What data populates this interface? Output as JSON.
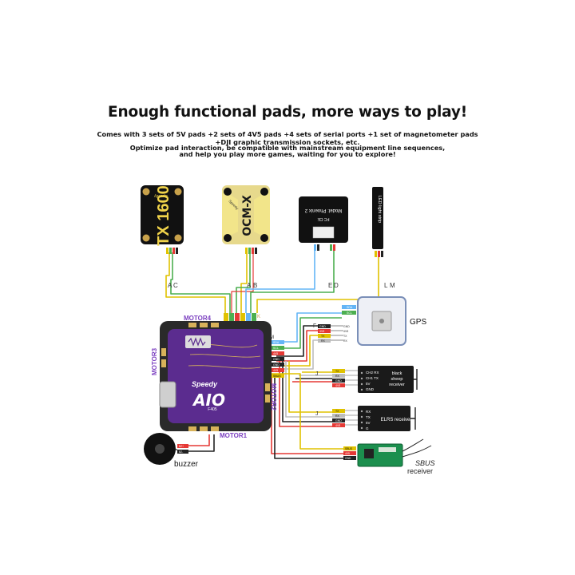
{
  "header": {
    "title": "Enough functional pads, more ways to play!",
    "lines": [
      "Comes with 3 sets of 5V pads +2 sets of 4V5 pads +4 sets of serial ports +1 set of magnetometer pads",
      "+DJI graphic transmission sockets, etc.",
      "Optimize pad interaction, be compatible with mainstream equipment line sequences,",
      "and help you play more games, waiting for you to explore!"
    ]
  },
  "devices": {
    "vtx1_name": "TX 1600",
    "vtx1_brand": "Speedy",
    "vtx2_name": "OCM-X",
    "vtx2_brand": "Speedy",
    "phoenix_model": "Model: Phoenix 2",
    "led_name": "LED light strip",
    "gps": "GPS",
    "buzzer": "buzzer",
    "fc_brand": "Speedy",
    "fc_model": "AIO",
    "fc_sub": "F405",
    "bs_receiver": [
      "black",
      "sheep",
      "receiver"
    ],
    "elrs_receiver": "ELRS receiver",
    "sbus_receiver": [
      "SBUS",
      "receiver"
    ]
  },
  "motors": {
    "m1": "MOTOR1",
    "m2": "MOTOR2",
    "m3": "MOTOR3",
    "m4": "MOTOR4"
  },
  "letters": {
    "vtx1": [
      "A",
      "C"
    ],
    "vtx2": [
      "A",
      "B"
    ],
    "phoenix": [
      "E",
      "D"
    ],
    "led": [
      "L",
      "M"
    ],
    "fc_k": "K",
    "fc_m": "M",
    "gps_f": "F",
    "bs_j": "J",
    "elrs_j": "J"
  },
  "pins": {
    "gps_wires": [
      "SDA",
      "SCL",
      "GND",
      "4V5",
      "TX",
      "RX"
    ],
    "gps_board_pads": [
      "GND",
      "4V5",
      "TX",
      "RX"
    ],
    "fc_right_pads": [
      "SDA",
      "SCL",
      "4V5",
      "GND",
      "GND",
      "4V5",
      "SBUS"
    ],
    "bs_wires": [
      "TX",
      "RX",
      "GND",
      "4V5"
    ],
    "bs_pins": [
      "CH2 RX",
      "CH1 TX",
      "5V",
      "GND"
    ],
    "elrs_wires": [
      "TX",
      "RX",
      "GND",
      "4V5"
    ],
    "elrs_pins": [
      "RX",
      "TX",
      "5V",
      "G"
    ],
    "sbus_wires": [
      "SBUS",
      "4V5",
      "GND"
    ],
    "buzzer_wires": [
      "BZ+",
      "BZ-"
    ]
  },
  "colors": {
    "fc_purple": "#5b2c8f",
    "pad_gold": "#d8b25a",
    "wire_red": "#e53935",
    "wire_yellow": "#e0c200",
    "wire_green": "#4caf50",
    "wire_blue": "#64b5f6",
    "wire_black": "#222222",
    "wire_white": "#bdbdbd"
  }
}
